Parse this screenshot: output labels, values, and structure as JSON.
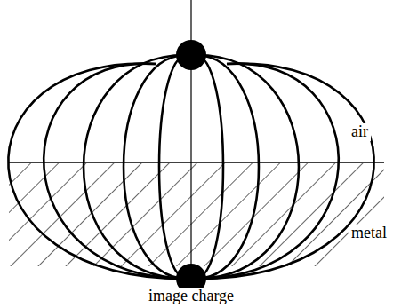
{
  "diagram": {
    "labels": [
      "air",
      "metal",
      "image charge"
    ]
  }
}
